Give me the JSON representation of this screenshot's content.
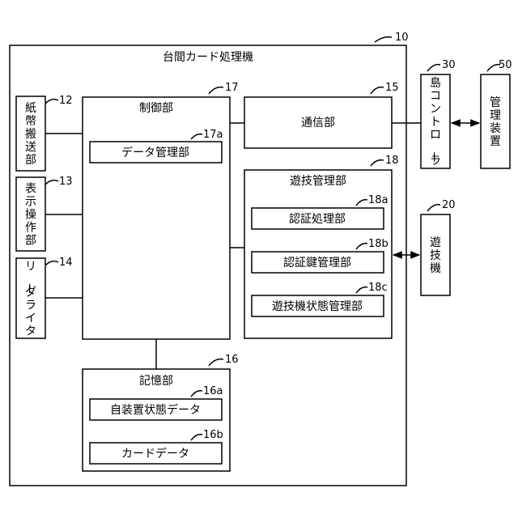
{
  "outer": {
    "title": "台間カード処理機",
    "ref": "10"
  },
  "control": {
    "title": "制御部",
    "ref": "17",
    "sub": {
      "label": "データ管理部",
      "ref": "17a"
    }
  },
  "comm": {
    "label": "通信部",
    "ref": "15"
  },
  "game_mgmt": {
    "title": "遊技管理部",
    "ref": "18",
    "items": [
      {
        "label": "認証処理部",
        "ref": "18a"
      },
      {
        "label": "認証鍵管理部",
        "ref": "18b"
      },
      {
        "label": "遊技機状態管理部",
        "ref": "18c"
      }
    ]
  },
  "storage": {
    "title": "記憶部",
    "ref": "16",
    "items": [
      {
        "label": "自装置状態データ",
        "ref": "16a"
      },
      {
        "label": "カードデータ",
        "ref": "16b"
      }
    ]
  },
  "left_units": [
    {
      "chars": [
        "紙",
        "幣",
        "搬",
        "送",
        "部"
      ],
      "ref": "12"
    },
    {
      "chars": [
        "表",
        "示",
        "操",
        "作",
        "部"
      ],
      "ref": "13"
    },
    {
      "chars": [
        "リ",
        "ー",
        "ダ",
        "ラ",
        "イ",
        "タ"
      ],
      "ref": "14"
    }
  ],
  "island": {
    "chars": [
      "島",
      "コ",
      "ン",
      "ト",
      "ロ",
      "ー",
      "ラ"
    ],
    "ref": "30"
  },
  "mgmt_device": {
    "chars": [
      "管",
      "理",
      "装",
      "置"
    ],
    "ref": "50"
  },
  "game_machine": {
    "chars": [
      "遊",
      "技",
      "機"
    ],
    "ref": "20"
  }
}
